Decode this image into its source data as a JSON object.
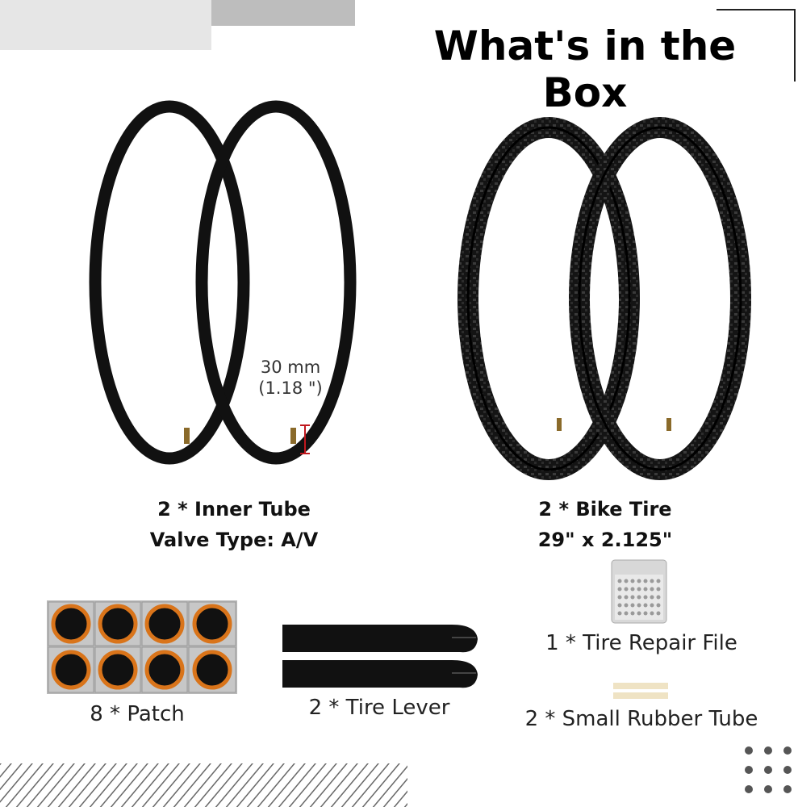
{
  "header": {
    "title": "What's in the Box"
  },
  "items": {
    "inner_tube": {
      "line1": "2 * Inner Tube",
      "line2": "Valve Type: A/V",
      "dimension_mm": "30 mm",
      "dimension_in": "(1.18 \")"
    },
    "bike_tire": {
      "line1": "2 * Bike Tire",
      "line2": "29\" x 2.125\""
    },
    "repair_file": {
      "label": "1 * Tire Repair File"
    },
    "patch": {
      "label": "8 * Patch"
    },
    "tire_lever": {
      "label": "2 * Tire Lever"
    },
    "rubber_tube": {
      "label": "2 * Small Rubber Tube"
    }
  },
  "colors": {
    "tube_black": "#111111",
    "patch_orange": "#d9741a",
    "dimension_red": "#c0181e",
    "rubber_beige": "#efe3c4",
    "deco_light_gray": "#e6e6e6",
    "deco_mid_gray": "#bdbdbd"
  }
}
